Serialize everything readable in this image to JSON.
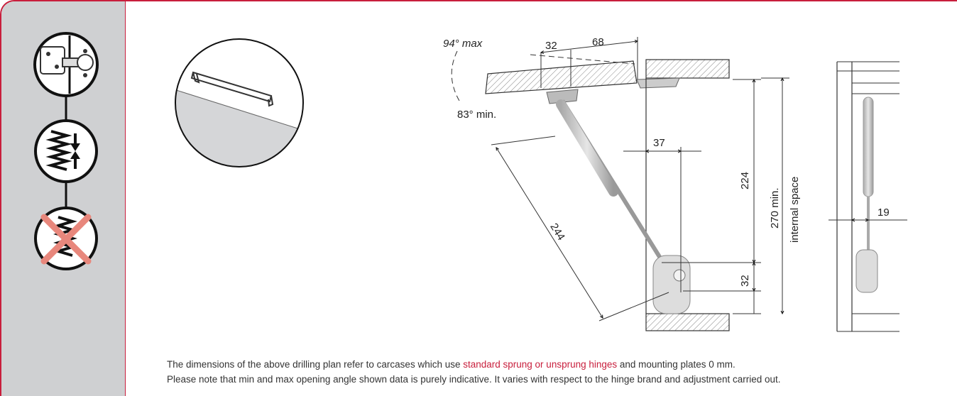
{
  "colors": {
    "accent": "#c81e3c",
    "sidebar_bg": "#cfd0d2",
    "ink": "#111111"
  },
  "sidebar": {
    "icons": [
      {
        "name": "hinge-icon",
        "meaning": "hinge"
      },
      {
        "name": "spring-compression-icon",
        "meaning": "sprung"
      },
      {
        "name": "spring-crossed-icon",
        "meaning": "unsprung"
      }
    ]
  },
  "drawing": {
    "angle_max": "94° max",
    "angle_min": "83° min.",
    "dim_32_top": "32",
    "dim_68": "68",
    "dim_37": "37",
    "dim_224": "224",
    "dim_270": "270 min.",
    "internal_space": "internal space",
    "dim_244": "244",
    "dim_32_bottom": "32",
    "dim_19": "19"
  },
  "description": {
    "line1_before": "The dimensions of the above drilling plan refer to carcases which use ",
    "line1_link": "standard sprung or unsprung hinges",
    "line1_after": " and mounting plates 0 mm.",
    "line2": "Please note that min and max opening angle shown data is purely indicative. It varies with respect to the hinge brand and adjustment carried out."
  }
}
